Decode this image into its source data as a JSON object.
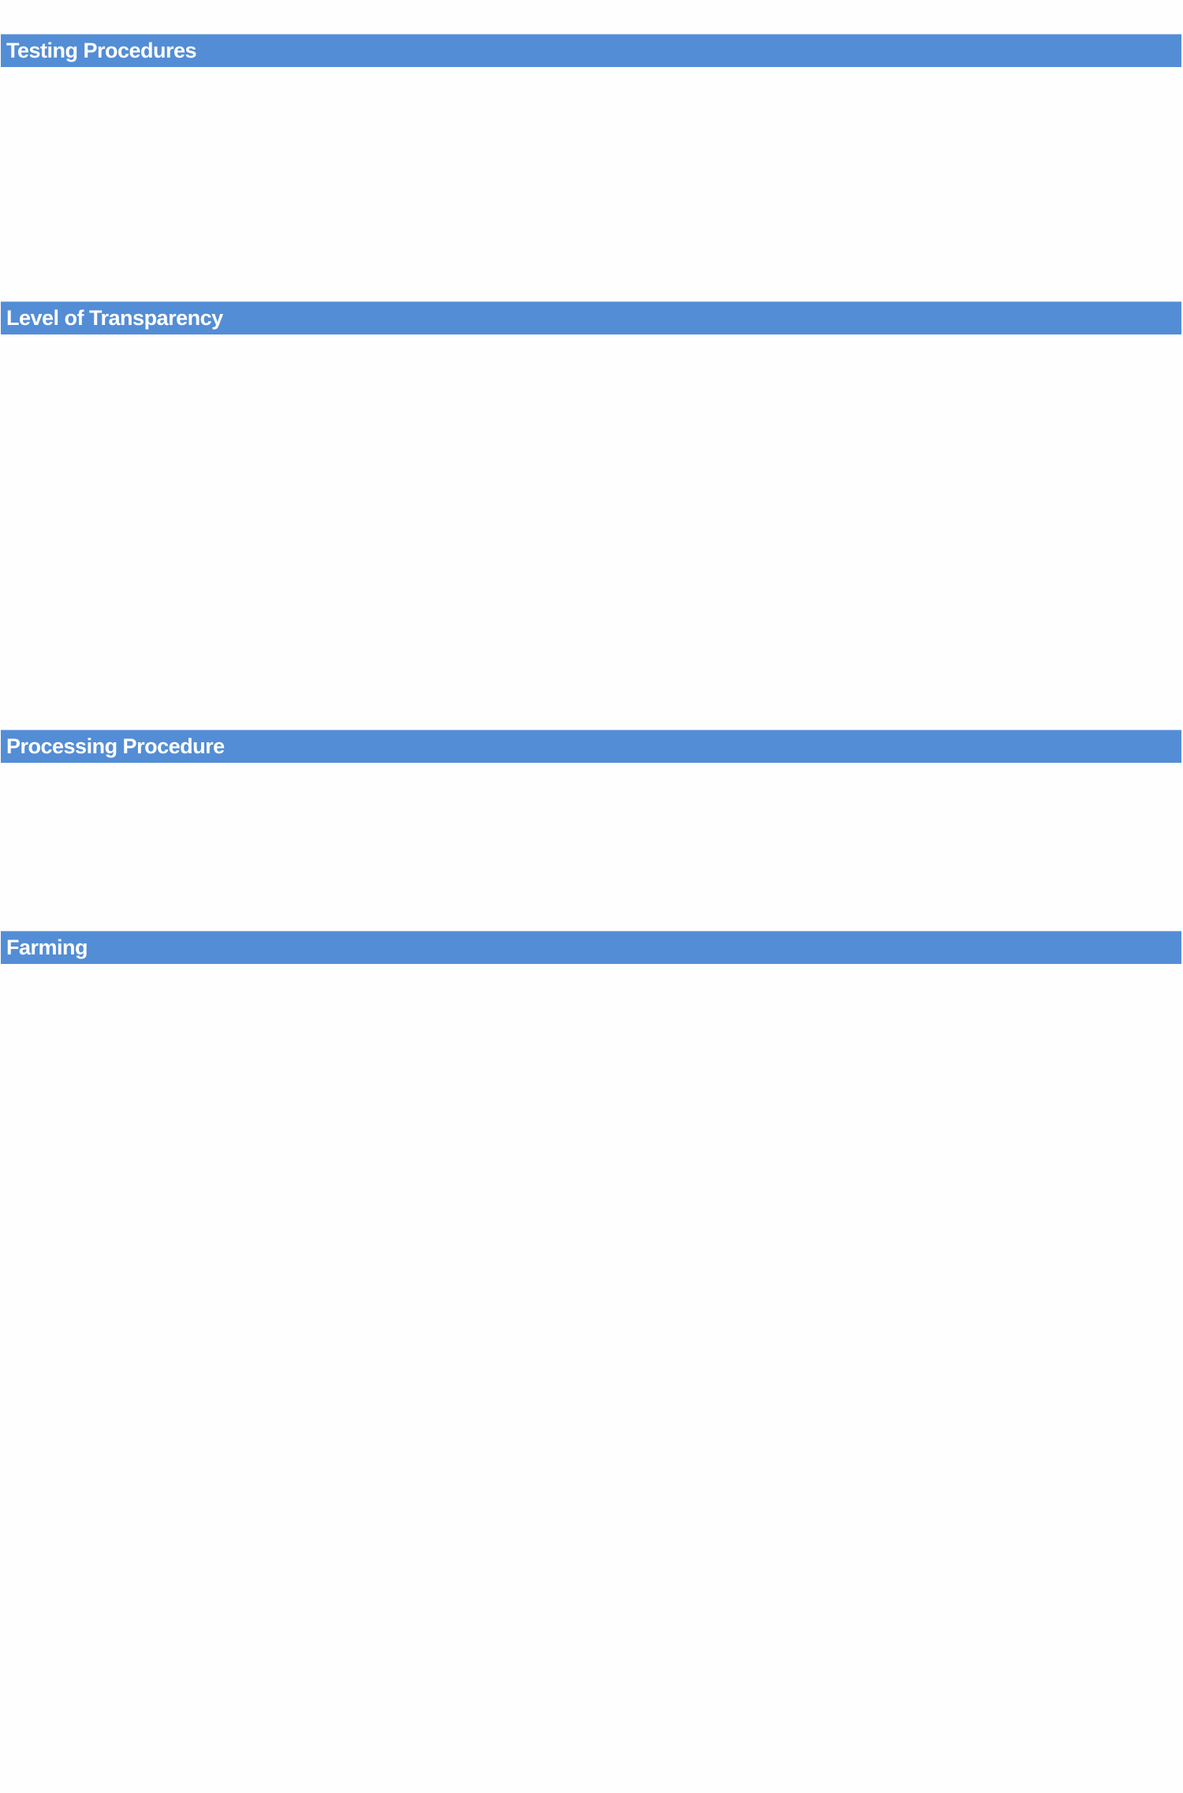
{
  "sections": [
    {
      "title": "Testing Procedures"
    },
    {
      "title": "Level of Transparency"
    },
    {
      "title": "Processing Procedure"
    },
    {
      "title": "Farming"
    }
  ],
  "colors": {
    "header_bg": "#538dd5",
    "header_text": "#ffffff"
  }
}
